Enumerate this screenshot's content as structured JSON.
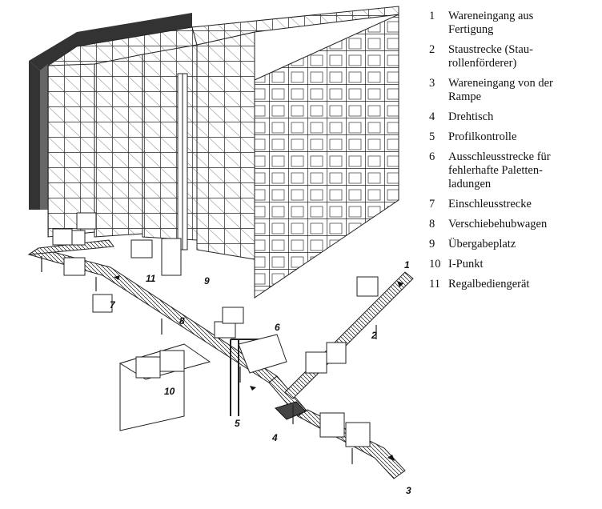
{
  "legend": [
    {
      "num": "1",
      "text": "Wareneingang aus\nFertigung"
    },
    {
      "num": "2",
      "text": "Staustrecke (Stau-\nrollenförderer)"
    },
    {
      "num": "3",
      "text": "Wareneingang von der\nRampe"
    },
    {
      "num": "4",
      "text": "Drehtisch"
    },
    {
      "num": "5",
      "text": "Profilkontrolle"
    },
    {
      "num": "6",
      "text": "Ausschleusstrecke für\nfehlerhafte Paletten-\nladungen"
    },
    {
      "num": "7",
      "text": "Einschleusstrecke"
    },
    {
      "num": "8",
      "text": "Verschiebehubwagen"
    },
    {
      "num": "9",
      "text": "Übergabeplatz"
    },
    {
      "num": "10",
      "text": "I-Punkt"
    },
    {
      "num": "11",
      "text": "Regalbediengerät"
    }
  ],
  "callouts": [
    "1",
    "2",
    "3",
    "4",
    "5",
    "6",
    "7",
    "8",
    "9",
    "10",
    "11"
  ]
}
